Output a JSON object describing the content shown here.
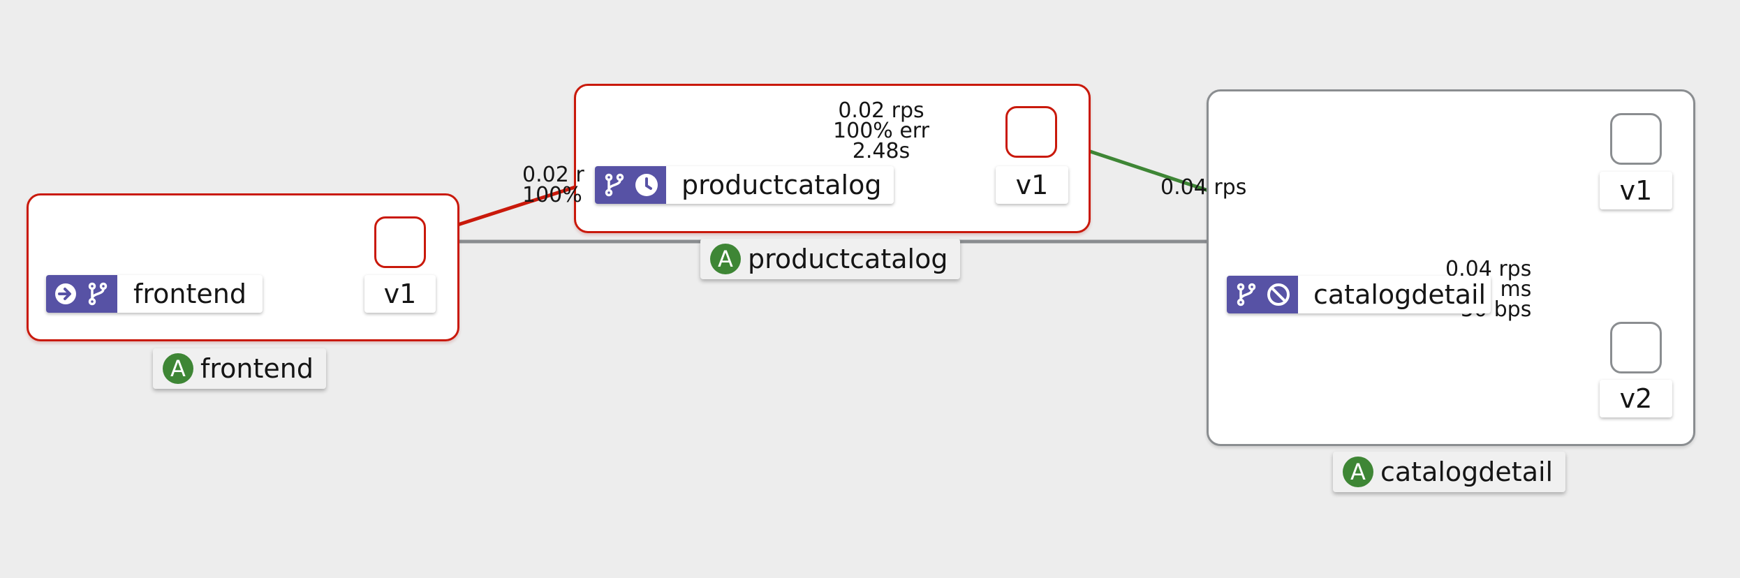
{
  "colors": {
    "error": "#c9190b",
    "healthy": "#3e8635",
    "idle": "#8a8d90",
    "badge_bg": "#5752a5",
    "background": "#ededed"
  },
  "apps": [
    {
      "name": "frontend",
      "badge": "A",
      "icons": [
        "inbound-arrow-icon",
        "virtual-service-icon"
      ]
    },
    {
      "name": "productcatalog",
      "badge": "A",
      "icons": [
        "virtual-service-icon",
        "timeout-clock-icon"
      ]
    },
    {
      "name": "catalogdetail",
      "badge": "A",
      "icons": [
        "virtual-service-icon",
        "circuit-breaker-icon"
      ]
    }
  ],
  "workloads": {
    "frontend_v1": "v1",
    "productcatalog_v1": "v1",
    "catalogdetail_v1": "v1",
    "catalogdetail_v2": "v2"
  },
  "edges": {
    "frontend_to_productcatalog": [
      "0.02 r",
      "100%"
    ],
    "productcatalog_internal": [
      "0.02 rps",
      "100% err",
      "2.48s"
    ],
    "productcatalog_to_catalogdetail": "0.04 rps",
    "catalogdetail_to_v2": [
      "0.04 rps",
      "ms",
      "50 bps"
    ]
  }
}
